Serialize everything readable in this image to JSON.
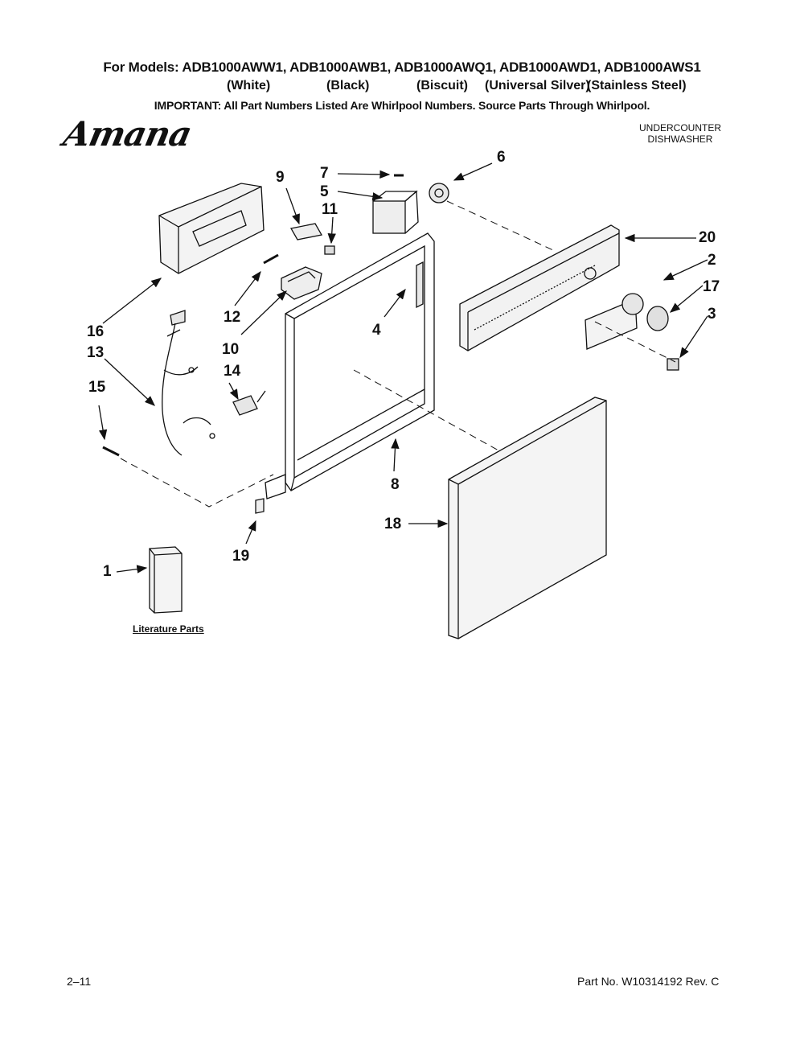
{
  "header": {
    "models_line": "For Models: ADB1000AWW1, ADB1000AWB1, ADB1000AWQ1, ADB1000AWD1, ADB1000AWS1",
    "colors": [
      "(White)",
      "(Black)",
      "(Biscuit)",
      "(Universal Silver)",
      "(Stainless Steel)"
    ],
    "important": "IMPORTANT: All Part Numbers Listed Are Whirlpool Numbers. Source Parts Through Whirlpool."
  },
  "brand": {
    "logo_text": "Amana"
  },
  "product": {
    "line1": "UNDERCOUNTER",
    "line2": "DISHWASHER"
  },
  "callouts": [
    "1",
    "2",
    "3",
    "4",
    "5",
    "6",
    "7",
    "8",
    "9",
    "10",
    "11",
    "12",
    "13",
    "14",
    "15",
    "16",
    "17",
    "18",
    "19",
    "20"
  ],
  "literature_label": "Literature Parts",
  "footer": {
    "page": "2–11",
    "part_no": "Part No. W10314192 Rev. C"
  }
}
